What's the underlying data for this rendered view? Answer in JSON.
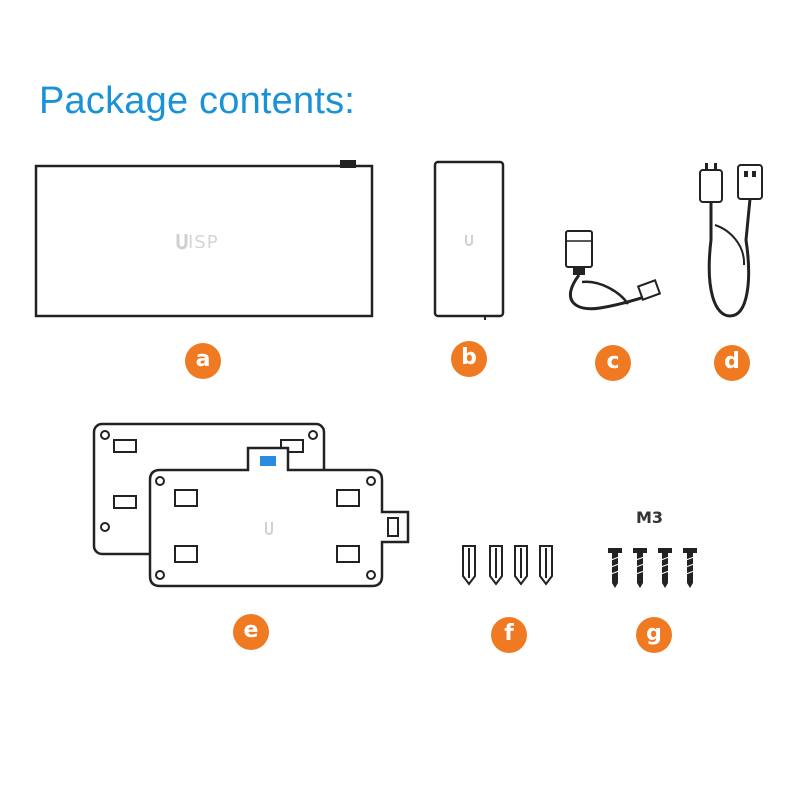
{
  "title": "Package contents:",
  "items": [
    {
      "label": "a",
      "icon": "router-device-icon"
    },
    {
      "label": "b",
      "icon": "power-adapter-icon"
    },
    {
      "label": "c",
      "icon": "dc-cable-icon"
    },
    {
      "label": "d",
      "icon": "power-cord-icon"
    },
    {
      "label": "e",
      "icon": "mounting-bracket-icon"
    },
    {
      "label": "f",
      "icon": "wall-anchor-icon"
    },
    {
      "label": "g",
      "icon": "screw-icon"
    }
  ],
  "device_logo": "ISP",
  "screw_size": "M3",
  "colors": {
    "title": "#1a93d6",
    "badge": "#f07a22",
    "line": "#222222",
    "accent": "#2a8be0"
  }
}
